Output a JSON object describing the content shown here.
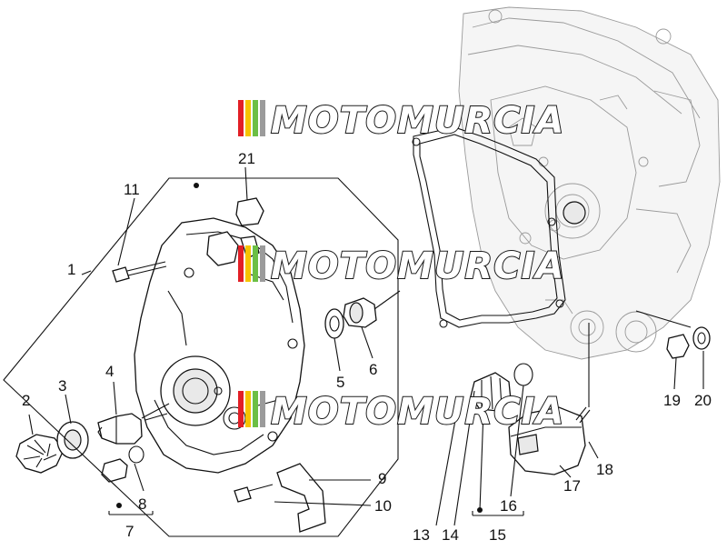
{
  "watermark": {
    "text": "MOTOMURCIA",
    "stripe_colors": [
      "#e21f26",
      "#f6c400",
      "#6cbf45",
      "#9b9b9b"
    ]
  },
  "callouts": [
    {
      "id": "1",
      "label": "1"
    },
    {
      "id": "2",
      "label": "2"
    },
    {
      "id": "3",
      "label": "3"
    },
    {
      "id": "4",
      "label": "4"
    },
    {
      "id": "5",
      "label": "5"
    },
    {
      "id": "6",
      "label": "6"
    },
    {
      "id": "7",
      "label": "7"
    },
    {
      "id": "8",
      "label": "8"
    },
    {
      "id": "9",
      "label": "9"
    },
    {
      "id": "10",
      "label": "10"
    },
    {
      "id": "11",
      "label": "11"
    },
    {
      "id": "13",
      "label": "13"
    },
    {
      "id": "14",
      "label": "14"
    },
    {
      "id": "15",
      "label": "15"
    },
    {
      "id": "16",
      "label": "16"
    },
    {
      "id": "17",
      "label": "17"
    },
    {
      "id": "18",
      "label": "18"
    },
    {
      "id": "19",
      "label": "19"
    },
    {
      "id": "20",
      "label": "20"
    },
    {
      "id": "21",
      "label": "21"
    }
  ]
}
